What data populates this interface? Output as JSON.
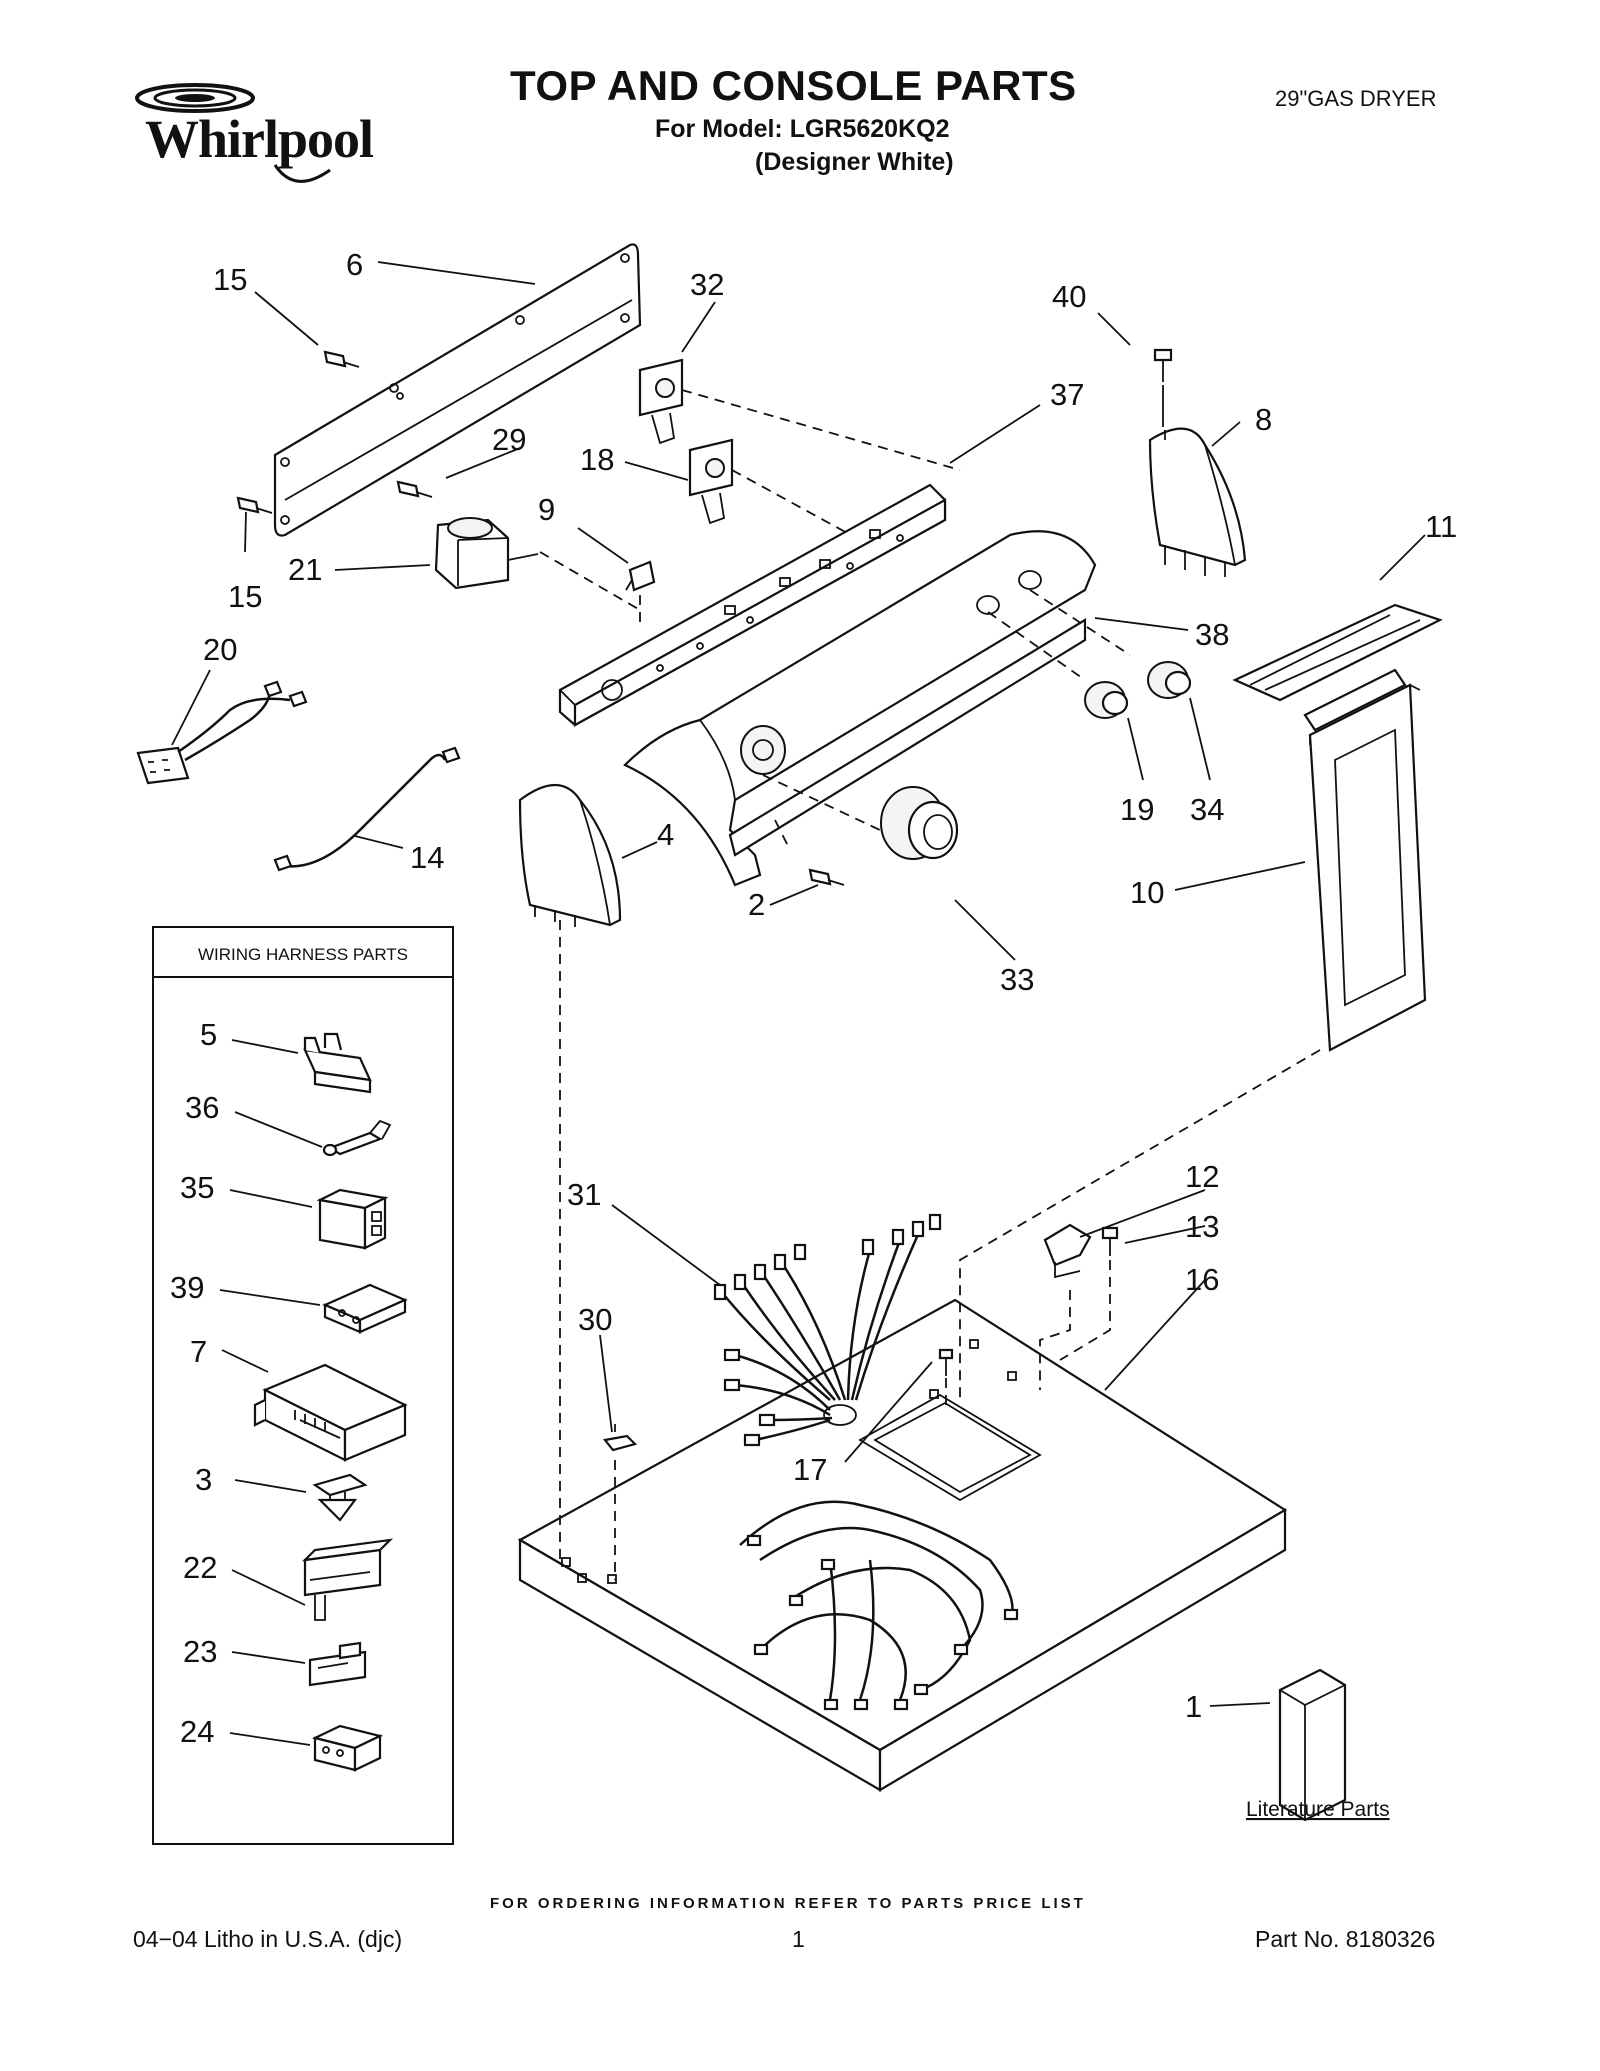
{
  "header": {
    "brand": "Whirlpool",
    "title": "TOP AND CONSOLE PARTS",
    "model": "For Model: LGR5620KQ2",
    "color": "(Designer White)",
    "product": "29\"GAS DRYER"
  },
  "harness_box": {
    "title": "WIRING HARNESS PARTS"
  },
  "literature": {
    "label": "Literature Parts"
  },
  "callouts": {
    "c1": "1",
    "c2": "2",
    "c3": "3",
    "c4": "4",
    "c5": "5",
    "c6": "6",
    "c7": "7",
    "c8": "8",
    "c9": "9",
    "c10": "10",
    "c11": "11",
    "c12": "12",
    "c13": "13",
    "c14": "14",
    "c15a": "15",
    "c15b": "15",
    "c16": "16",
    "c17": "17",
    "c18": "18",
    "c19": "19",
    "c20": "20",
    "c21": "21",
    "c22": "22",
    "c23": "23",
    "c24": "24",
    "c29": "29",
    "c30": "30",
    "c31": "31",
    "c32": "32",
    "c33": "33",
    "c34": "34",
    "c35": "35",
    "c36": "36",
    "c37": "37",
    "c38": "38",
    "c39": "39",
    "c40": "40"
  },
  "footer": {
    "order_note": "FOR ORDERING INFORMATION REFER TO PARTS PRICE LIST",
    "litho": "04−04 Litho in U.S.A. (djc)",
    "page": "1",
    "part_no": "Part No. 8180326"
  }
}
